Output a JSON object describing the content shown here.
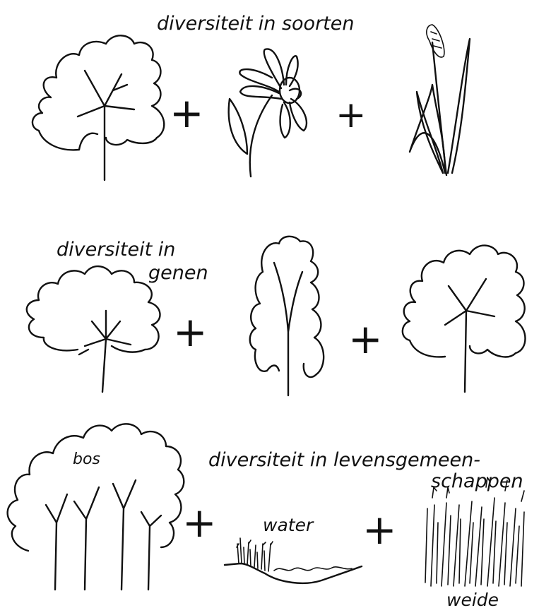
{
  "rows": {
    "species": {
      "caption": "diversiteit in soorten"
    },
    "genes": {
      "caption_line1": "diversiteit in",
      "caption_line2": "genen"
    },
    "communities": {
      "caption_line1": "diversiteit in levensgemeen-",
      "caption_line2": "schappen",
      "forest_label": "bos",
      "water_label": "water",
      "meadow_label": "weide"
    }
  },
  "operator": "+",
  "ink_color": "#111111"
}
